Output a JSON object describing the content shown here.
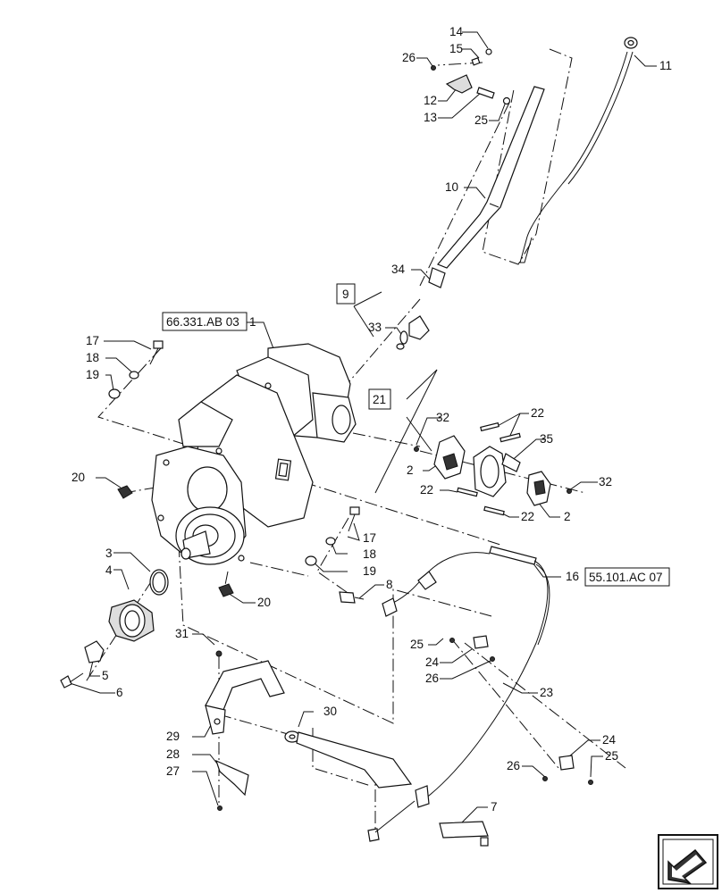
{
  "callouts": [
    {
      "id": "c14",
      "text": "14"
    },
    {
      "id": "c15",
      "text": "15"
    },
    {
      "id": "c26a",
      "text": "26"
    },
    {
      "id": "c12",
      "text": "12"
    },
    {
      "id": "c13",
      "text": "13"
    },
    {
      "id": "c25a",
      "text": "25"
    },
    {
      "id": "c11",
      "text": "11"
    },
    {
      "id": "c10",
      "text": "10"
    },
    {
      "id": "c34",
      "text": "34"
    },
    {
      "id": "c9",
      "text": "9"
    },
    {
      "id": "c33",
      "text": "33"
    },
    {
      "id": "c1",
      "text": "1"
    },
    {
      "id": "c17a",
      "text": "17"
    },
    {
      "id": "c18a",
      "text": "18"
    },
    {
      "id": "c19a",
      "text": "19"
    },
    {
      "id": "c21",
      "text": "21"
    },
    {
      "id": "c32a",
      "text": "32"
    },
    {
      "id": "c22a",
      "text": "22"
    },
    {
      "id": "c35",
      "text": "35"
    },
    {
      "id": "c2a",
      "text": "2"
    },
    {
      "id": "c20a",
      "text": "20"
    },
    {
      "id": "c22b",
      "text": "22"
    },
    {
      "id": "c32b",
      "text": "32"
    },
    {
      "id": "c22c",
      "text": "22"
    },
    {
      "id": "c2b",
      "text": "2"
    },
    {
      "id": "c17b",
      "text": "17"
    },
    {
      "id": "c18b",
      "text": "18"
    },
    {
      "id": "c19b",
      "text": "19"
    },
    {
      "id": "c3",
      "text": "3"
    },
    {
      "id": "c4",
      "text": "4"
    },
    {
      "id": "c16",
      "text": "16"
    },
    {
      "id": "c8",
      "text": "8"
    },
    {
      "id": "c20b",
      "text": "20"
    },
    {
      "id": "c31",
      "text": "31"
    },
    {
      "id": "c25b",
      "text": "25"
    },
    {
      "id": "c24a",
      "text": "24"
    },
    {
      "id": "c26b",
      "text": "26"
    },
    {
      "id": "c5",
      "text": "5"
    },
    {
      "id": "c6",
      "text": "6"
    },
    {
      "id": "c23",
      "text": "23"
    },
    {
      "id": "c30",
      "text": "30"
    },
    {
      "id": "c29",
      "text": "29"
    },
    {
      "id": "c28",
      "text": "28"
    },
    {
      "id": "c27",
      "text": "27"
    },
    {
      "id": "c24b",
      "text": "24"
    },
    {
      "id": "c26c",
      "text": "26"
    },
    {
      "id": "c25c",
      "text": "25"
    },
    {
      "id": "c7",
      "text": "7"
    }
  ],
  "references": {
    "ref_66331": "66.331.AB 03",
    "ref_55101": "55.101.AC 07",
    "ref_9": "9",
    "ref_21": "21"
  },
  "nav": {
    "icon": "previous-page-arrow-icon"
  }
}
